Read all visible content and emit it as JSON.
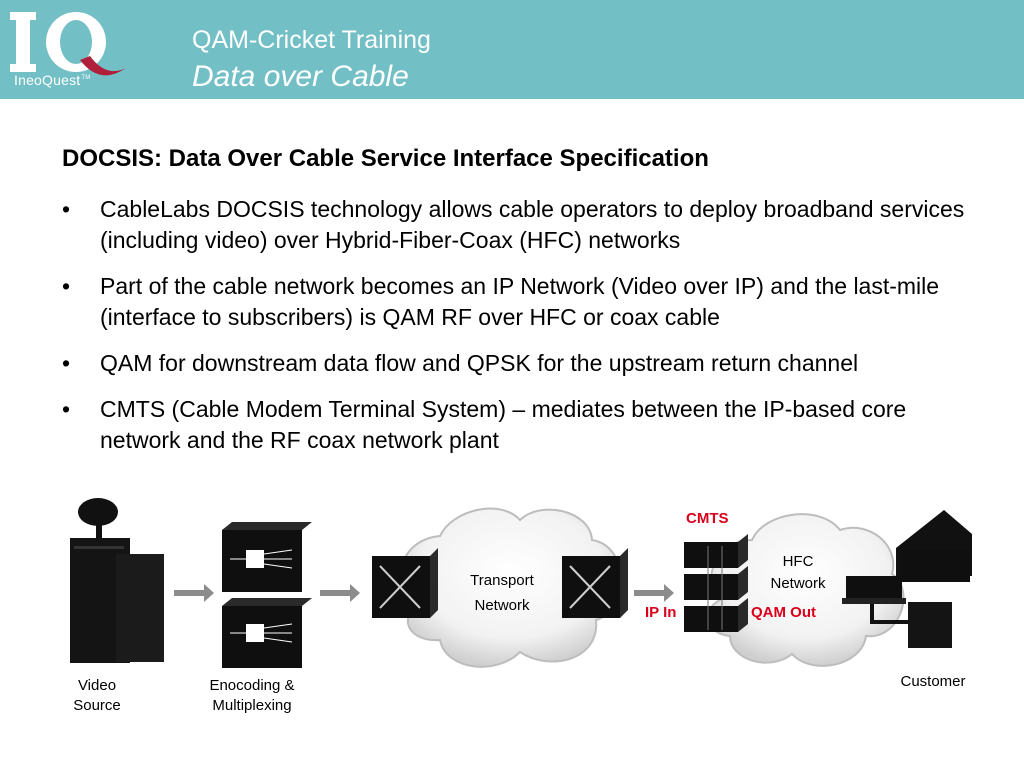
{
  "header": {
    "logo_text": "IneoQuest",
    "title": "QAM-Cricket Training",
    "subtitle": "Data over Cable"
  },
  "content": {
    "heading": "DOCSIS:  Data Over Cable Service Interface Specification",
    "bullet_char": "•",
    "bullets": [
      "CableLabs DOCSIS technology allows cable operators to deploy broadband services (including video) over Hybrid-Fiber-Coax (HFC) networks",
      "Part of the cable network becomes an IP Network (Video over IP) and the last-mile (interface to subscribers) is QAM RF over HFC or coax cable",
      "QAM for downstream data flow and QPSK for the upstream return channel",
      "CMTS (Cable Modem Terminal System) – mediates between the IP-based core network and the RF coax network plant"
    ]
  },
  "diagram": {
    "video_source": "Video Source",
    "encoding": "Enocoding & Multiplexing",
    "transport_line1": "Transport",
    "transport_line2": "Network",
    "cmts": "CMTS",
    "hfc_line1": "HFC",
    "hfc_line2": "Network",
    "ip_in": "IP In",
    "qam_out": "QAM Out",
    "customer": "Customer"
  },
  "colors": {
    "header_bg": "#73bfc6",
    "accent_red": "#d9001b"
  }
}
